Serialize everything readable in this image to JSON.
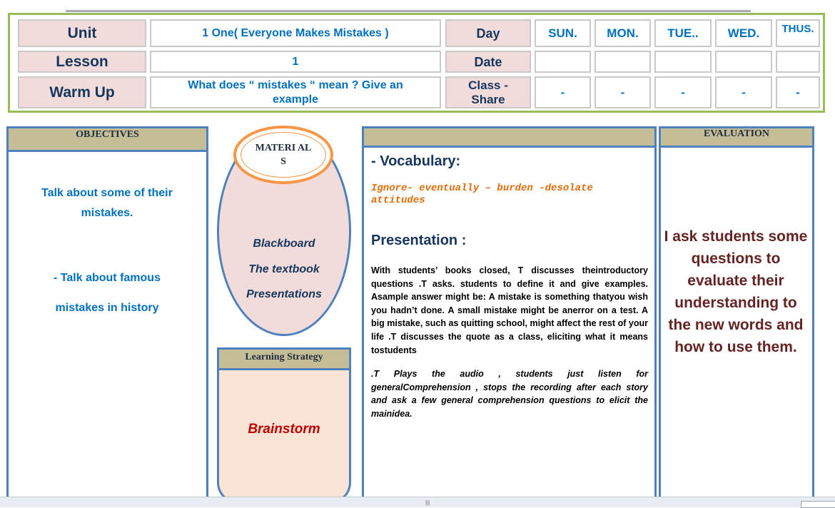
{
  "header": {
    "unit_label": "Unit",
    "unit_value": "1 One(  Everyone Makes Mistakes )",
    "lesson_label": "Lesson",
    "lesson_value": "1",
    "warmup_label": "Warm Up",
    "warmup_value": "What does “ mistakes “ mean ? Give an example",
    "day_label": "Day",
    "date_label": "Date",
    "class_share_label": "Class - Share",
    "days": [
      "SUN.",
      "MON.",
      "TUE..",
      "WED.",
      "THUS."
    ],
    "class_share_values": [
      "-",
      "-",
      "-",
      "-",
      "-"
    ]
  },
  "objectives": {
    "heading": "OBJECTIVES",
    "items": [
      "Talk about some of their mistakes.",
      "- Talk about famous mistakes in history"
    ]
  },
  "materials": {
    "heading": "MATERI ALS",
    "items": [
      "Blackboard",
      "The textbook",
      "Presentations"
    ]
  },
  "learning_strategy": {
    "heading": "Learning  Strategy",
    "value": "Brainstorm"
  },
  "procedure": {
    "vocabulary_heading": "- Vocabulary:",
    "vocabulary_words": "Ignore-  eventually – burden   -desolate attitudes",
    "presentation_heading": "Presentation :",
    "paragraph1": "With students’ books closed, T  discusses theintroductory questions  .T asks. students to define it and give examples. Asample answer might be: A mistake is something thatyou wish you hadn’t done. A small mistake might be anerror on a test. A big mistake, such as quitting school, might affect the rest of your life .T discusses  the quote as a class, eliciting what it means tostudents",
    "paragraph2": ".T Plays the audio ,  students just listen for generalComprehension , stops the recording after each story and ask a few general comprehension questions to elicit the mainidea."
  },
  "evaluation": {
    "heading": "EVALUATION",
    "text": "I ask students some questions to evaluate their understanding to the new words and how to use them."
  },
  "colors": {
    "header_border": "#9bbb59",
    "panel_border": "#4f81bd",
    "panel_heading_bg": "#c4bd97",
    "label_bg": "#f2dcdb",
    "blue_text": "#0070c0",
    "vocab_orange": "#e36c09",
    "brainstorm_red": "#c00000",
    "evaluation_brown": "#632423"
  }
}
